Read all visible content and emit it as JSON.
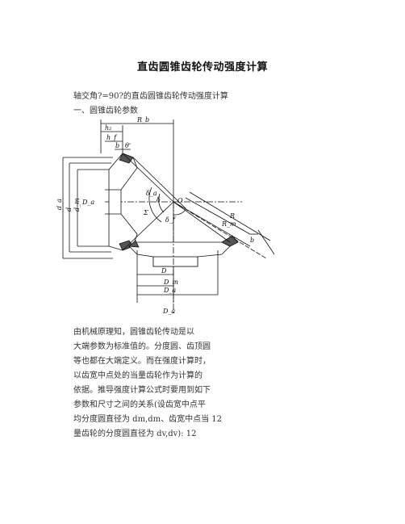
{
  "doc": {
    "title": "直齿圆锥齿轮传动强度计算",
    "intro_line": "轴交角?=90?的直齿圆锥齿轮传动强度计算",
    "section_heading": "一、圆锥齿轮参数",
    "body_lines": [
      "由机械原理知，圆锥齿轮传动是以",
      "大端参数为标准值的。分度圆、齿顶圆",
      "等也都在大端定义。而在强度计算时，",
      "以齿宽中点处的当量齿轮作为计算的",
      "依据。推导强度计算公式时要用到如下",
      "参数和尺寸之间的关系(设齿宽中点平",
      "均分度圆直径为 dm,dm、齿宽中点当 12",
      "量齿轮的分度圆直径为 dv,dv): 12"
    ]
  },
  "diagram_labels": {
    "Rb": "R_b",
    "h2": "h₂",
    "hf": "h_f",
    "b": "b",
    "theta_f": "θ'",
    "da": "d_a",
    "d": "d",
    "dm": "d_m",
    "Da": "D_a",
    "Dm": "D_m",
    "D": "D",
    "Da2": "D_a",
    "O": "O",
    "R": "R",
    "Rm": "R_m",
    "delta": "δ",
    "Sigma": "Σ",
    "delta_a": "δ_a",
    "delta_f": "δ_f",
    "b2": "b"
  }
}
